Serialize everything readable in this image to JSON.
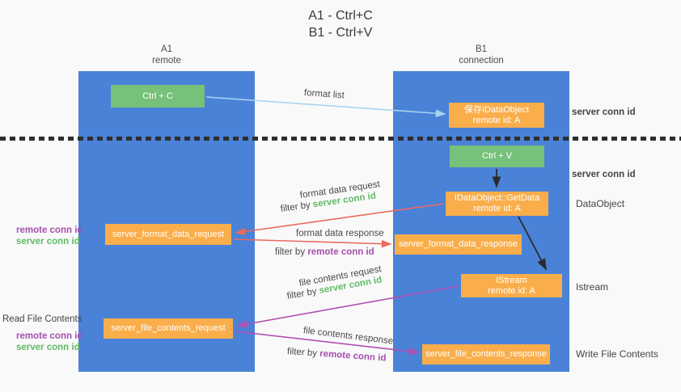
{
  "title": {
    "line1": "A1 - Ctrl+C",
    "line2": "B1 - Ctrl+V"
  },
  "lanes": {
    "left": {
      "name": "A1",
      "role": "remote"
    },
    "right": {
      "name": "B1",
      "role": "connection"
    }
  },
  "nodes": {
    "ctrl_c": {
      "label": "Ctrl + C"
    },
    "ctrl_v": {
      "label": "Ctrl + V"
    },
    "save_dataobject": {
      "line1": "保存IDataObject",
      "line2": "remote id: A"
    },
    "getdata": {
      "line1": "IDataObject::GetData",
      "line2": "remote id: A"
    },
    "istream": {
      "line1": "IStream",
      "line2": "remote id: A"
    },
    "format_request": {
      "label": "server_format_data_request"
    },
    "format_response": {
      "label": "server_format_data_response"
    },
    "file_request": {
      "label": "server_file_contents_request"
    },
    "file_response": {
      "label": "server_file_contents_response"
    }
  },
  "messages": {
    "format_list": "format list",
    "format_data_request": "format data request",
    "format_data_response": "format data response",
    "file_contents_request": "file contents request",
    "file_contents_response": "file contents response",
    "filter_by": "filter by",
    "server_conn_id": "server conn id",
    "remote_conn_id": "remote conn id"
  },
  "annotations": {
    "server_conn_id_top": "server conn id",
    "server_conn_id_mid": "server conn id",
    "dataobject": "DataObject",
    "istream": "Istream",
    "read_file_contents": "Read File Contents",
    "write_file_contents": "Write File Contents",
    "request_pair": {
      "remote": "remote conn id",
      "server": "server conn id"
    },
    "file_pair": {
      "remote": "remote conn id",
      "server": "server conn id"
    }
  },
  "colors": {
    "bg": "#f9f9f9",
    "column_blue": "#4a82d8",
    "box_green": "#77c17a",
    "box_orange": "#f9ae4b",
    "green_text": "#61ba66",
    "purple_text": "#a64fae",
    "arrow_blue": "#a8d4f0",
    "arrow_red": "#ea6a5f",
    "arrow_purple": "#b24fb2",
    "arrow_black": "#2b2b2b",
    "separator": "#2e2e2e"
  }
}
